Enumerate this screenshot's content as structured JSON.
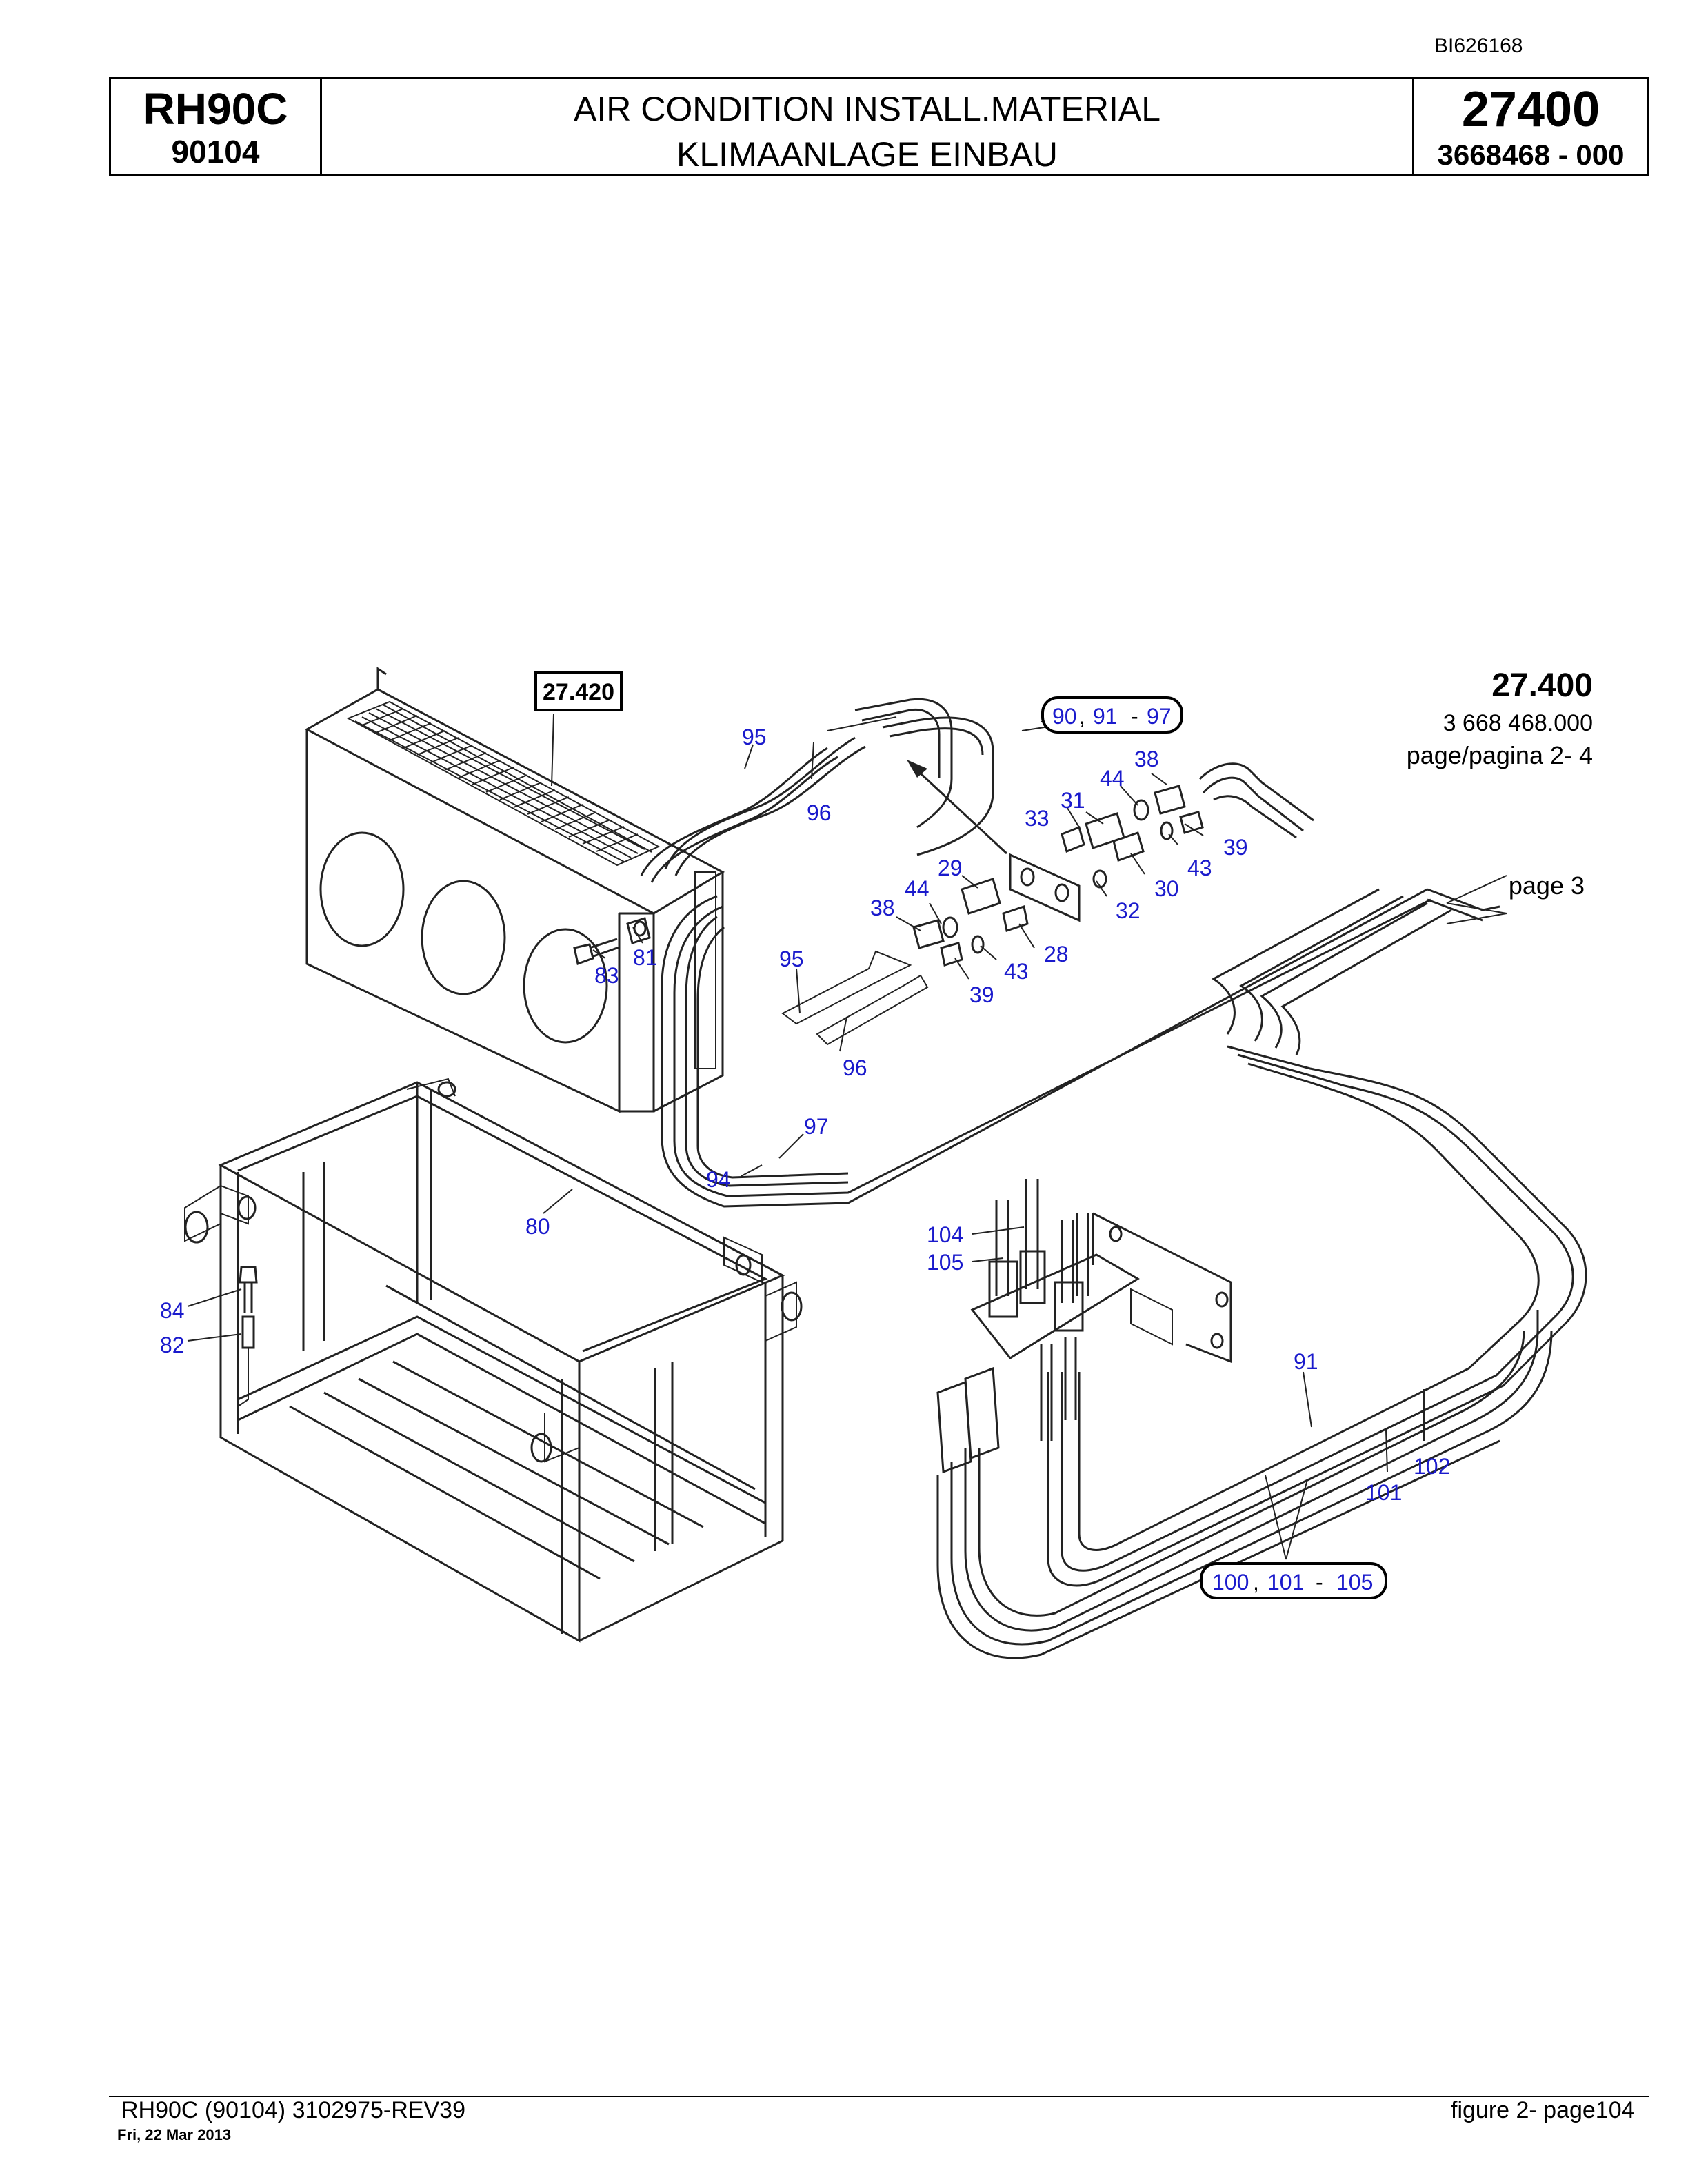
{
  "doc_id": "BI626168",
  "header": {
    "model_name": "RH90C",
    "model_code": "90104",
    "title_en": "AIR CONDITION INSTALL.MATERIAL",
    "title_de": "KLIMAANLAGE EINBAU",
    "section_no": "27400",
    "section_part": "3668468  - 000"
  },
  "diagram": {
    "ref_box": "27.420",
    "ref_title": "27.400",
    "ref_part": "3 668 468.000",
    "ref_page": "page/pagina 2- 4",
    "page3_label": "page 3",
    "group_top": {
      "a": "90",
      "b": "91",
      "c": "97"
    },
    "group_bottom": {
      "a": "100",
      "b": "101",
      "c": "105"
    },
    "group_sep": ",",
    "group_dash": "-",
    "callouts": {
      "c95a": "95",
      "c96a": "96",
      "c44a": "44",
      "c38a": "38",
      "c31": "31",
      "c33": "33",
      "c39a": "39",
      "c43a": "43",
      "c30": "30",
      "c32": "32",
      "c29": "29",
      "c44b": "44",
      "c38b": "38",
      "c28": "28",
      "c43b": "43",
      "c39b": "39",
      "c95b": "95",
      "c96b": "96",
      "c81": "81",
      "c83": "83",
      "c97": "97",
      "c94": "94",
      "c80": "80",
      "c84": "84",
      "c82": "82",
      "c104": "104",
      "c105": "105",
      "c91": "91",
      "c102": "102",
      "c101": "101"
    }
  },
  "footer": {
    "left": "RH90C (90104) 3102975-REV39",
    "date": "Fri, 22 Mar 2013",
    "right": "figure  2- page104"
  }
}
